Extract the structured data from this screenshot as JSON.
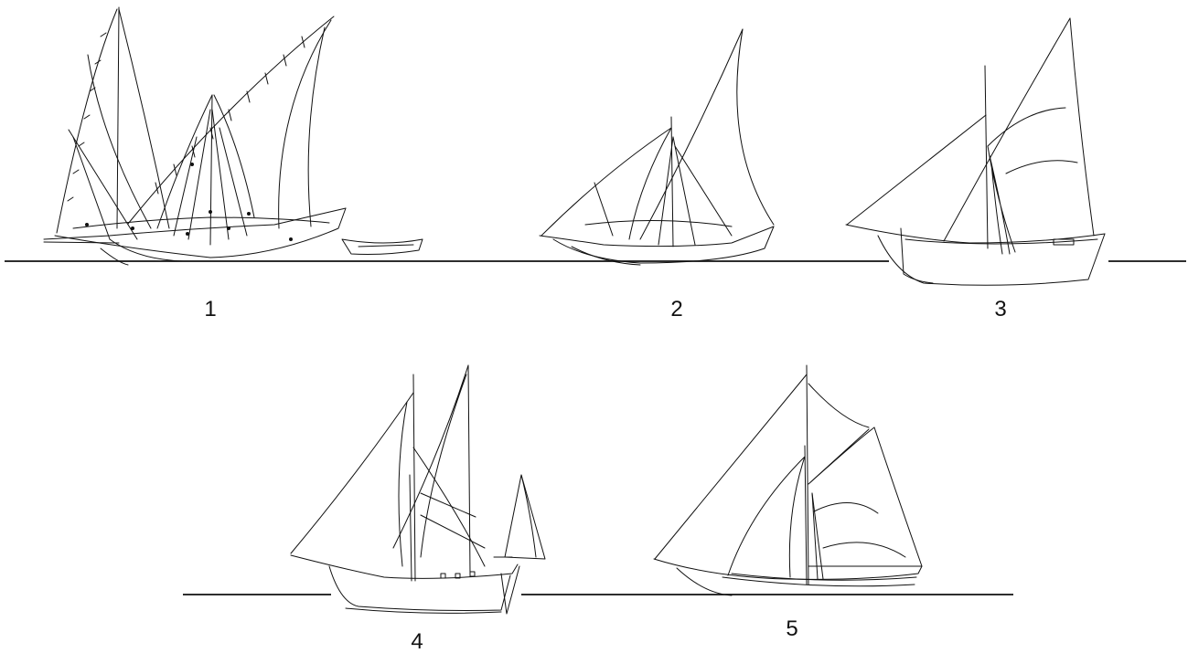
{
  "figure": {
    "labels": [
      {
        "id": "boat-1",
        "text": "1"
      },
      {
        "id": "boat-2",
        "text": "2"
      },
      {
        "id": "boat-3",
        "text": "3"
      },
      {
        "id": "boat-4",
        "text": "4"
      },
      {
        "id": "boat-5",
        "text": "5"
      }
    ],
    "colors": {
      "ink": "#111111",
      "background": "#ffffff"
    }
  }
}
